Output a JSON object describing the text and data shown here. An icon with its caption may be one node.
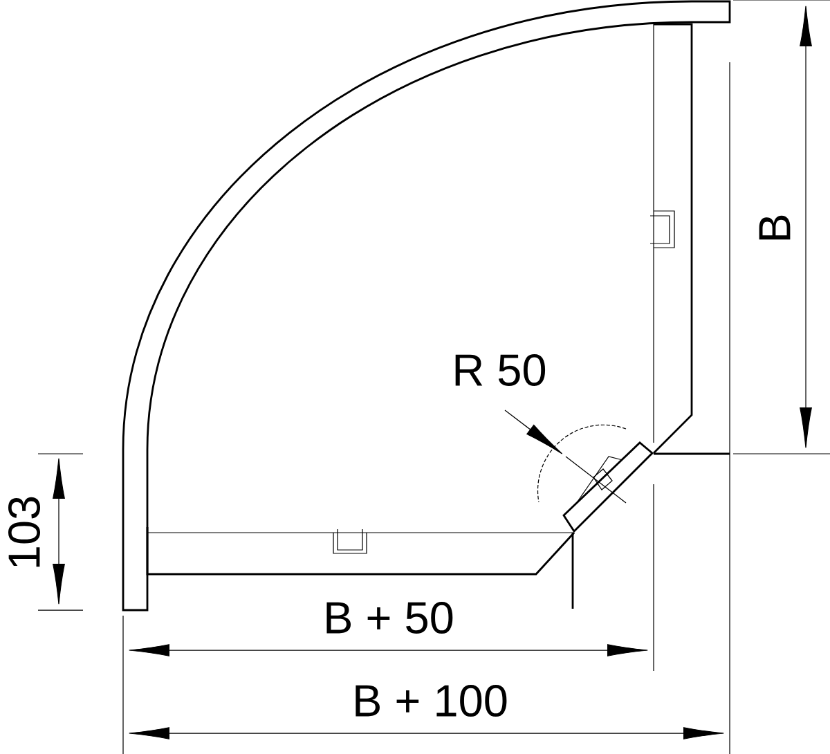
{
  "diagram": {
    "labels": [
      "B",
      "R 50",
      "103",
      "B + 50",
      "B + 100"
    ]
  }
}
